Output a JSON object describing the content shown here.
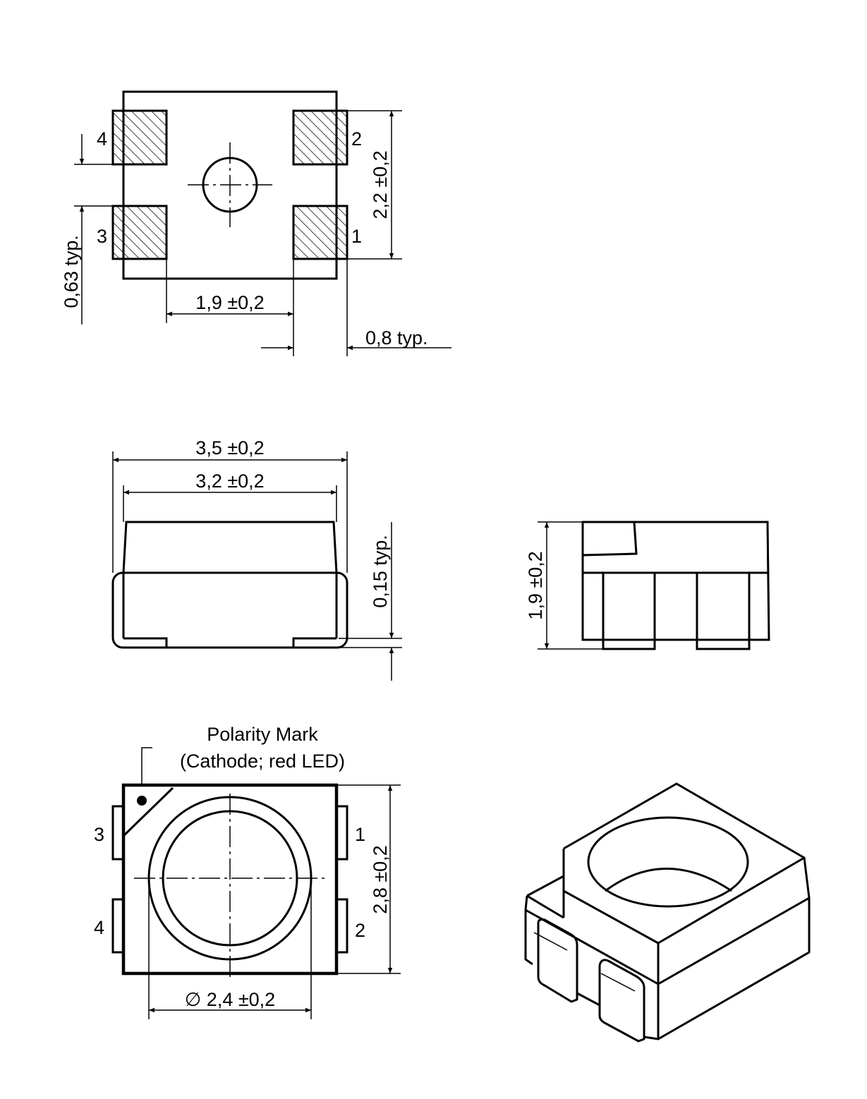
{
  "top_view": {
    "pins": [
      "4",
      "2",
      "3",
      "1"
    ],
    "dim_width": "2,2 ±0,2",
    "dim_pad_gap": "0,63 typ.",
    "dim_pad_pitch": "1,9 ±0,2",
    "dim_pad_width": "0,8 typ."
  },
  "side_view": {
    "dim_overall": "3,5 ±0,2",
    "dim_body": "3,2 ±0,2",
    "dim_standoff": "0,15 typ."
  },
  "end_view": {
    "dim_height": "1,9 ±0,2"
  },
  "front_view": {
    "polarity_title": "Polarity Mark",
    "polarity_note": "(Cathode; red LED)",
    "pins": [
      "3",
      "4",
      "1",
      "2"
    ],
    "dim_height": "2,8 ±0,2",
    "dim_diameter": "∅ 2,4 ±0,2"
  }
}
